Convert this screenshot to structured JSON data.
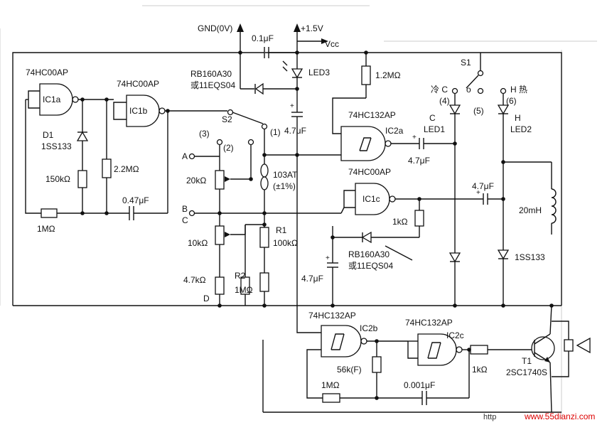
{
  "schematic": {
    "gates": {
      "ic1a": {
        "part": "74HC00AP",
        "ref": "IC1a"
      },
      "ic1b": {
        "part": "74HC00AP",
        "ref": "IC1b"
      },
      "ic1c": {
        "part": "74HC00AP",
        "ref": "IC1c"
      },
      "ic2a": {
        "part": "74HC132AP",
        "ref": "IC2a"
      },
      "ic2b": {
        "part": "74HC132AP",
        "ref": "IC2b"
      },
      "ic2c": {
        "part": "74HC132AP",
        "ref": "IC2c"
      }
    },
    "power": {
      "gnd": "GND(0V)",
      "vplus": "+1.5V",
      "vcc": "Vcc"
    },
    "components": {
      "c_top": "0.1μF",
      "d_top_1": "RB160A30",
      "d_top_2": "或11EQS04",
      "led3": "LED3",
      "r_top": "1.2MΩ",
      "d1_ref": "D1",
      "d1_part": "1SS133",
      "r_150k": "150kΩ",
      "r_2m2": "2.2MΩ",
      "c_047": "0.47μF",
      "r_1m_left": "1MΩ",
      "c_47_a": "4.7μF",
      "c_47_b": "4.7μF",
      "c_47_c": "4.7μF",
      "c_47_d": "4.7μF",
      "r_20k": "20kΩ",
      "r_10k": "10kΩ",
      "r_47k": "4.7kΩ",
      "thermistor_1": "103AT",
      "thermistor_2": "(±1%)",
      "r1_ref": "R1",
      "r1_val": "100kΩ",
      "r2_ref": "R2",
      "r2_val": "1MΩ",
      "r_1k_mid": "1kΩ",
      "d_mid_1": "RB160A30",
      "d_mid_2": "或11EQS04",
      "inductor": "20mH",
      "d_right": "1SS133",
      "led1": "LED1",
      "led2": "LED2",
      "r_56k": "56k(F)",
      "r_1m_bot": "1MΩ",
      "c_0001": "0.001μF",
      "r_1k_bot": "1kΩ",
      "t1_ref": "T1",
      "t1_part": "2SC1740S"
    },
    "nodes": {
      "a": "A",
      "b": "B",
      "c": "C",
      "d": "D"
    },
    "switches": {
      "s1": "S1",
      "s2": "S2",
      "p1": "(1)",
      "p2": "(2)",
      "p3": "(3)",
      "p4": "(4)",
      "p5": "(5)",
      "p6": "(6)",
      "cold": "冷 C",
      "off": "o",
      "hot": "H 热",
      "c_led": "C",
      "h_led": "H"
    }
  },
  "watermark": {
    "prefix": "http",
    "url": "www.55dianzi.com"
  }
}
